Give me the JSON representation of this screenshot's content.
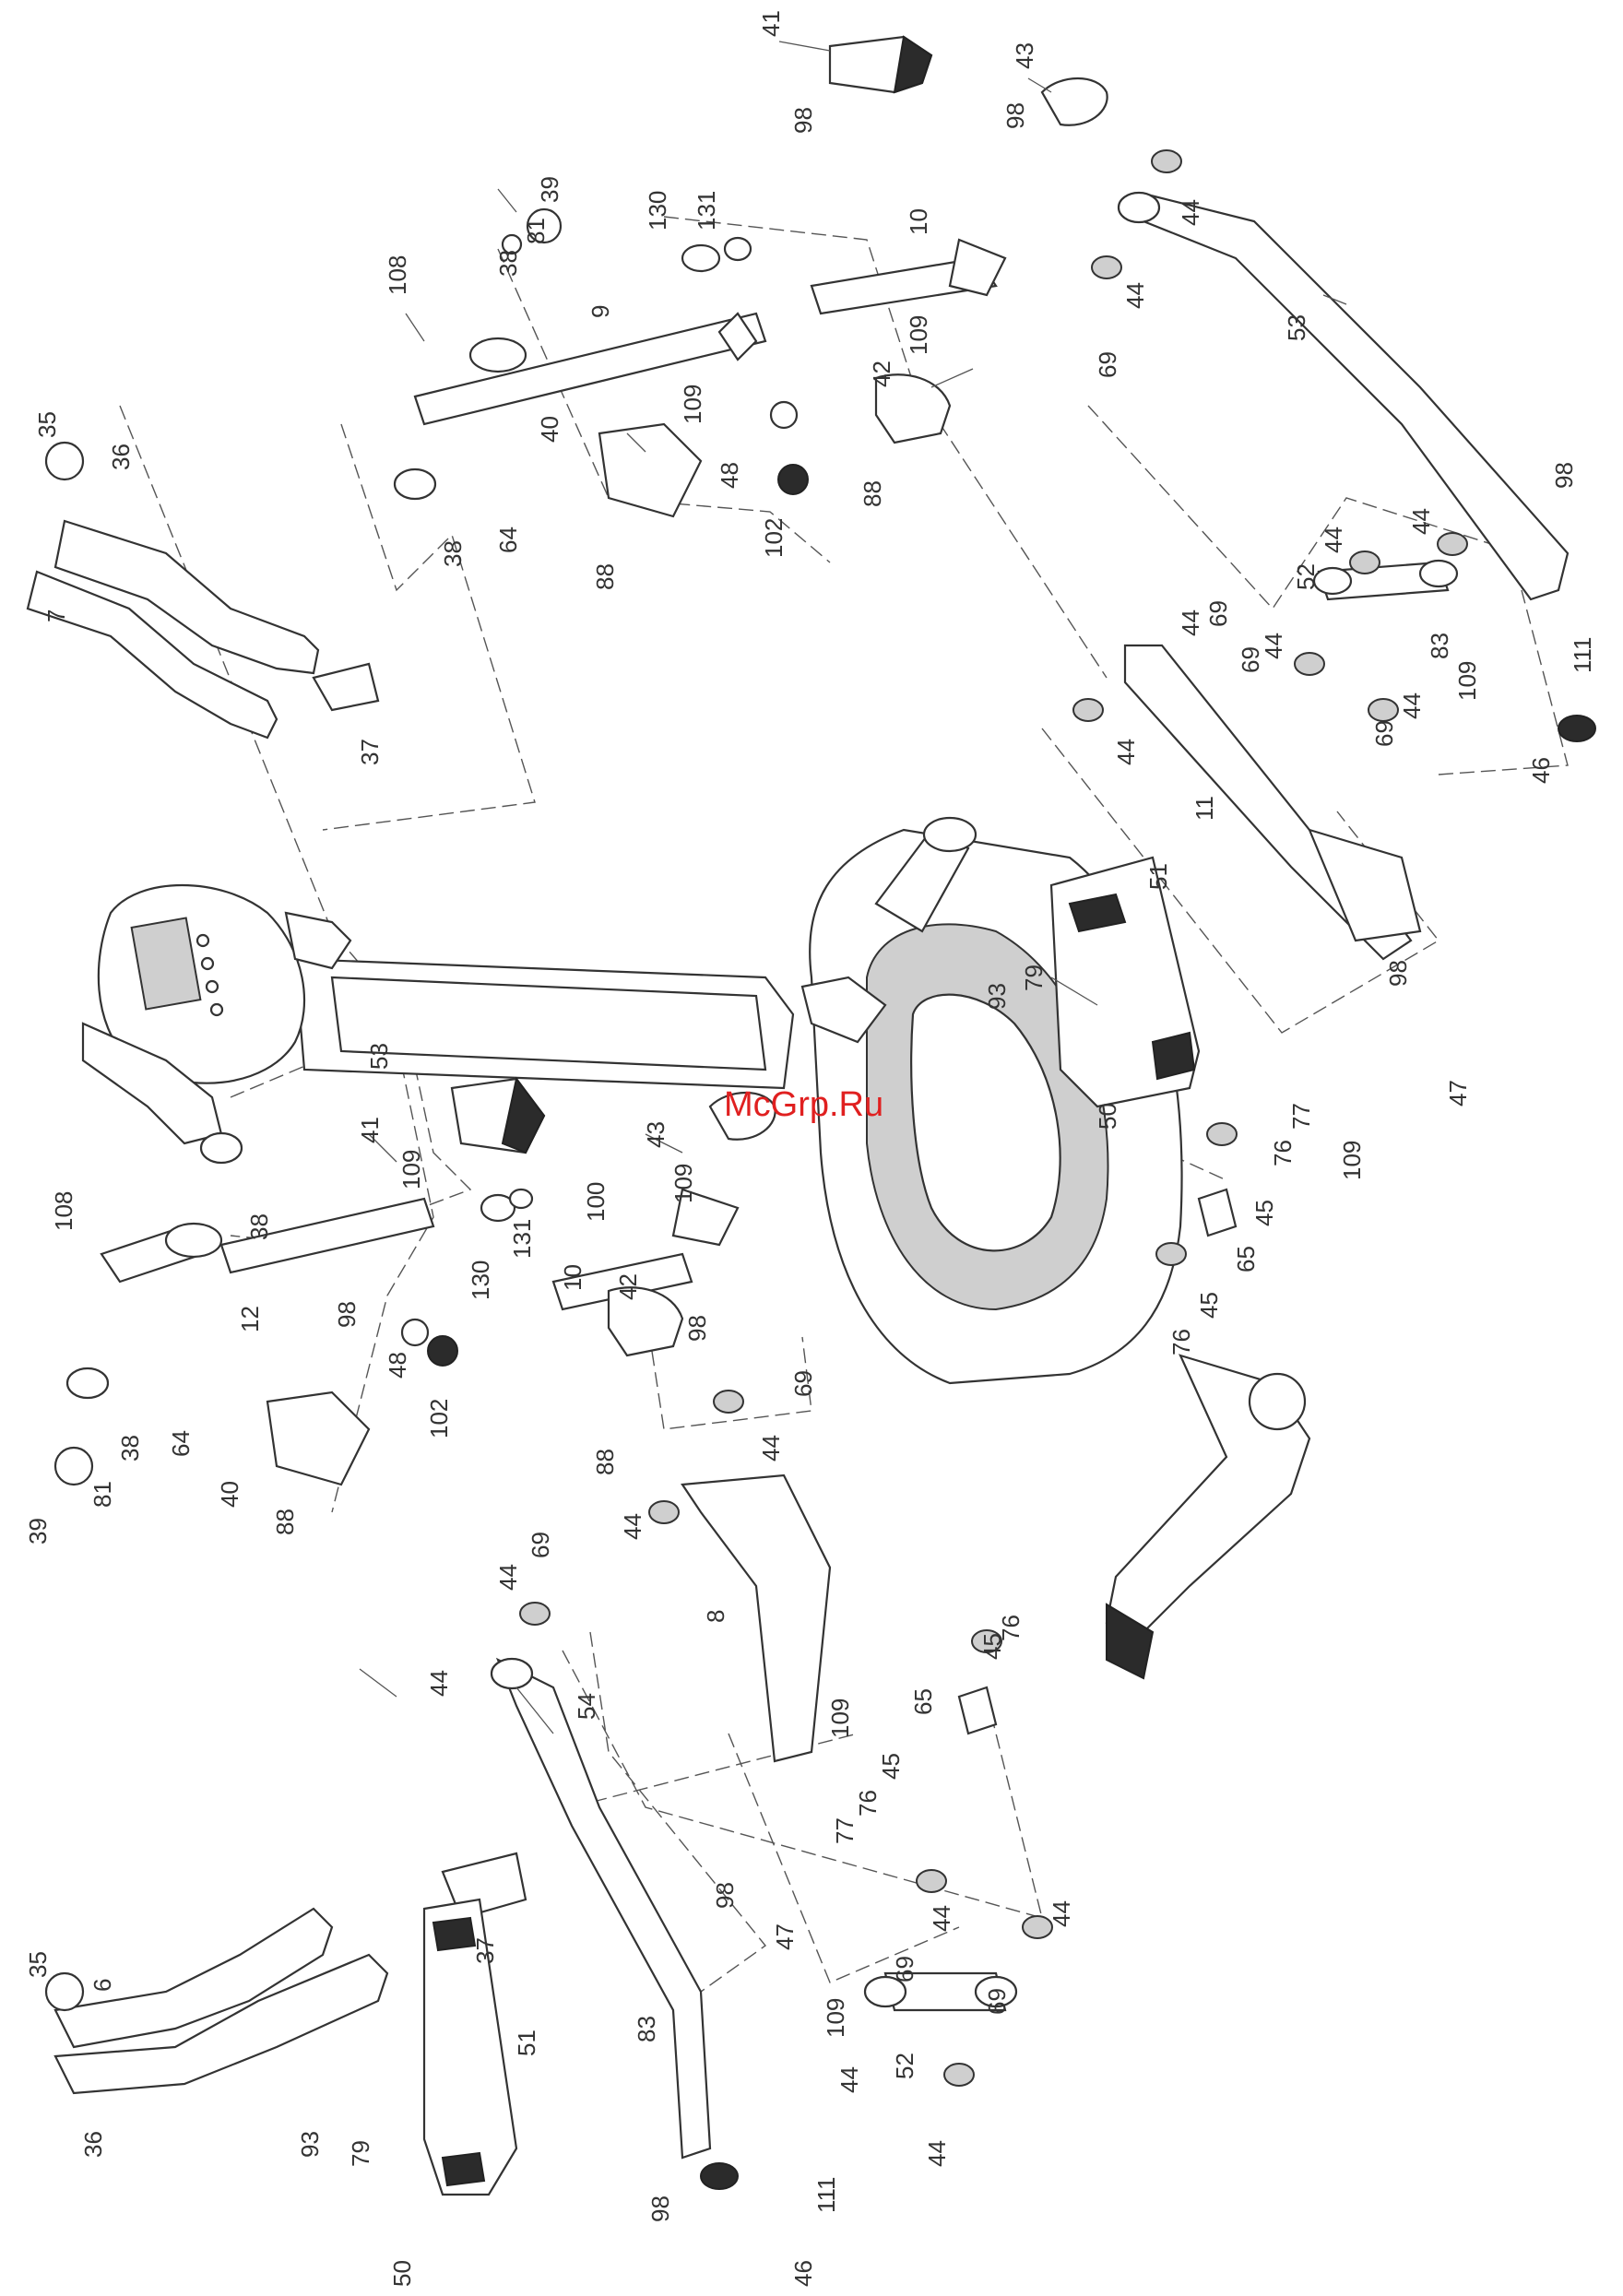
{
  "watermark": "McGrp.Ru",
  "labels": [
    "41",
    "43",
    "98",
    "44",
    "130",
    "131",
    "10",
    "39",
    "81",
    "108",
    "38",
    "9",
    "109",
    "42",
    "53",
    "69",
    "40",
    "48",
    "88",
    "64",
    "102",
    "35",
    "36",
    "7",
    "37",
    "52",
    "83",
    "111",
    "46",
    "11",
    "51",
    "93",
    "79",
    "50",
    "47",
    "77",
    "76",
    "45",
    "65",
    "100",
    "12",
    "8",
    "54",
    "6"
  ]
}
